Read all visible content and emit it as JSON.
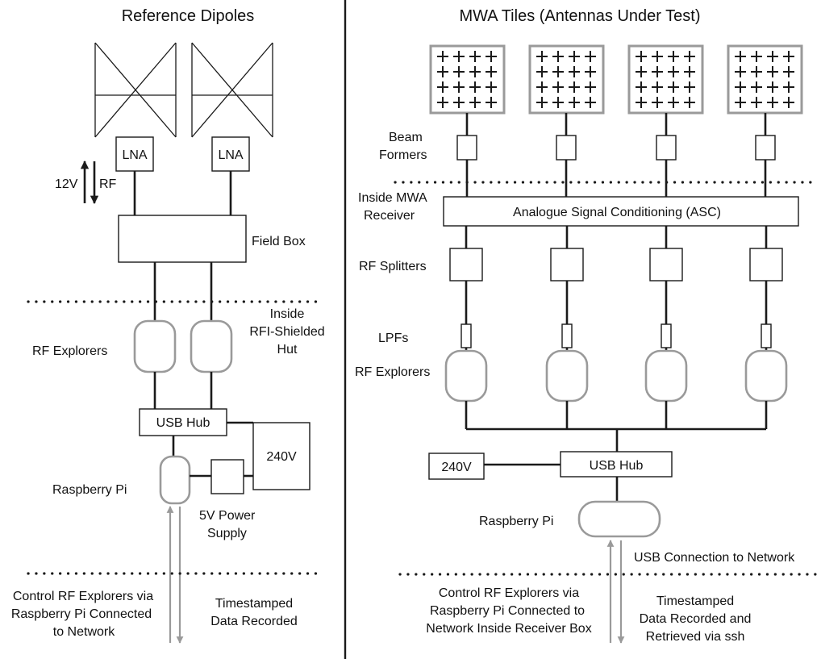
{
  "left_panel": {
    "title": "Reference Dipoles",
    "lna_labels": [
      "LNA",
      "LNA"
    ],
    "power_label": "12V",
    "rf_label": "RF",
    "field_box_label": "Field Box",
    "hut_label": [
      "Inside",
      "RFI-Shielded",
      "Hut"
    ],
    "rf_explorers_label": "RF Explorers",
    "usb_hub_label": "USB Hub",
    "mains_label": "240V",
    "raspberry_pi_label": "Raspberry Pi",
    "power_supply_label": [
      "5V Power",
      "Supply"
    ],
    "control_label": [
      "Control RF Explorers via",
      "Raspberry Pi Connected",
      "to Network"
    ],
    "data_label": [
      "Timestamped",
      "Data Recorded"
    ]
  },
  "right_panel": {
    "title": "MWA Tiles (Antennas Under Test)",
    "beamformers_label": [
      "Beam",
      "Formers"
    ],
    "receiver_label": [
      "Inside MWA",
      "Receiver"
    ],
    "asc_label": "Analogue Signal Conditioning (ASC)",
    "splitters_label": "RF Splitters",
    "lpfs_label": "LPFs",
    "rf_explorers_label": "RF Explorers",
    "mains_label": "240V",
    "usb_hub_label": "USB Hub",
    "raspberry_pi_label": "Raspberry Pi",
    "usb_network_label": "USB Connection to Network",
    "control_label": [
      "Control RF Explorers via",
      "Raspberry Pi Connected to",
      "Network Inside Receiver Box"
    ],
    "data_label": [
      "Timestamped",
      "Data Recorded and",
      "Retrieved via ssh"
    ]
  },
  "colors": {
    "line": "#1a1a1a",
    "explorer_outline": "#9a9a9a",
    "data_arrow": "#9a9a9a"
  },
  "icons": {
    "tile_element": "plus-cross-icon",
    "dipole": "bowtie-dipole-icon"
  }
}
